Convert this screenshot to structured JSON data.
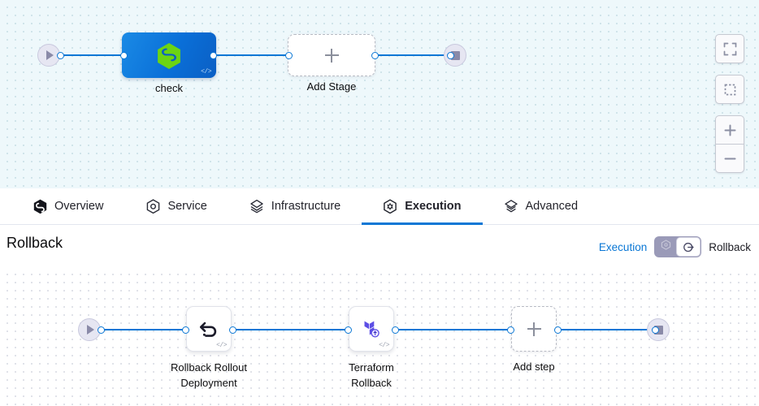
{
  "stage_canvas": {
    "start_node": {
      "icon": "play-icon",
      "label": ""
    },
    "end_node": {
      "icon": "stop-icon",
      "label": ""
    },
    "nodes": [
      {
        "id": "check",
        "label": "check",
        "icon": "harness-hexagon-icon",
        "type": "stage",
        "code_badge": "</>"
      },
      {
        "id": "add-stage",
        "label": "Add Stage",
        "icon": "plus-icon",
        "type": "add"
      }
    ],
    "controls": [
      {
        "name": "fit-to-screen-button",
        "icon": "expand-corners-icon"
      },
      {
        "name": "select-area-button",
        "icon": "dashed-square-icon"
      },
      {
        "name": "zoom-in-button",
        "icon": "plus-icon"
      },
      {
        "name": "zoom-out-button",
        "icon": "minus-icon"
      }
    ]
  },
  "tabs": [
    {
      "id": "overview",
      "label": "Overview",
      "icon": "harness-hexagon-icon",
      "active": false
    },
    {
      "id": "service",
      "label": "Service",
      "icon": "hexagon-circle-icon",
      "active": false
    },
    {
      "id": "infrastructure",
      "label": "Infrastructure",
      "icon": "layers-diamond-icon",
      "active": false
    },
    {
      "id": "execution",
      "label": "Execution",
      "icon": "hexagon-gear-icon",
      "active": true
    },
    {
      "id": "advanced",
      "label": "Advanced",
      "icon": "stacked-layers-icon",
      "active": false
    }
  ],
  "rollback_section": {
    "title": "Rollback",
    "toggle": {
      "left_label": "Execution",
      "right_label": "Rollback",
      "selected": "Rollback",
      "off_icon": "hexagon-gear-icon",
      "on_icon": "rollback-arrow-icon"
    },
    "start_node": {
      "icon": "play-icon"
    },
    "end_node": {
      "icon": "stop-icon"
    },
    "steps": [
      {
        "id": "rollback-rollout-deployment",
        "label": "Rollback Rollout\nDeployment",
        "icon": "undo-arrow-icon",
        "type": "step",
        "code_badge": "</>"
      },
      {
        "id": "terraform-rollback",
        "label": "Terraform\nRollback",
        "icon": "terraform-icon",
        "type": "step",
        "code_badge": "</>"
      },
      {
        "id": "add-step",
        "label": "Add step",
        "icon": "plus-icon",
        "type": "add"
      }
    ]
  },
  "colors": {
    "accent_blue": "#0a77d5",
    "stage_node_blue": "#0b6fd8",
    "harness_green": "#6cd413",
    "terraform_purple": "#5c4ee5",
    "canvas_top_bg": "#eef8fb",
    "canvas_bottom_bg": "#ffffff",
    "terminal_lavender": "#e6e6f2"
  }
}
